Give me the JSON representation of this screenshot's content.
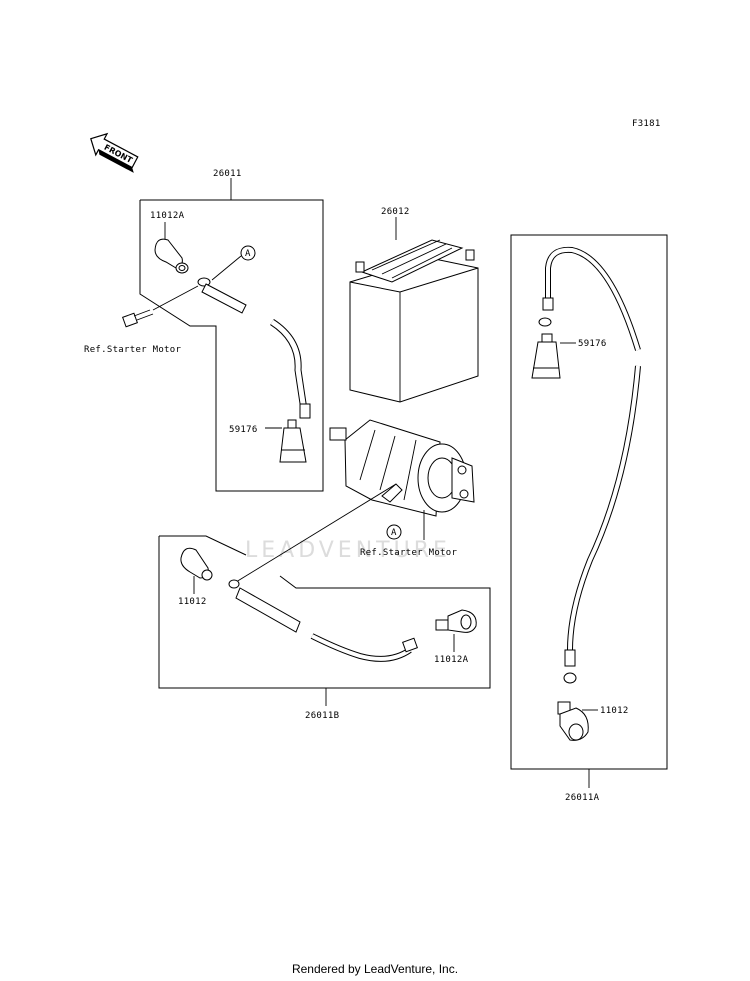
{
  "figure_code": "F3181",
  "front_label": "FRONT",
  "watermark": "LEADVENTURE",
  "callout_marker": "A",
  "labels": {
    "harness_left": "26011",
    "battery": "26012",
    "cap_left": "11012A",
    "ref_starter_left": "Ref.Starter Motor",
    "boot_left": "59176",
    "ref_starter_center": "Ref.Starter Motor",
    "boot_right": "59176",
    "cap_bottom_left": "11012",
    "cap_bottom_right": "11012A",
    "harness_bottom": "26011B",
    "cap_right": "11012",
    "harness_right": "26011A"
  },
  "footer": "Rendered by LeadVenture, Inc."
}
